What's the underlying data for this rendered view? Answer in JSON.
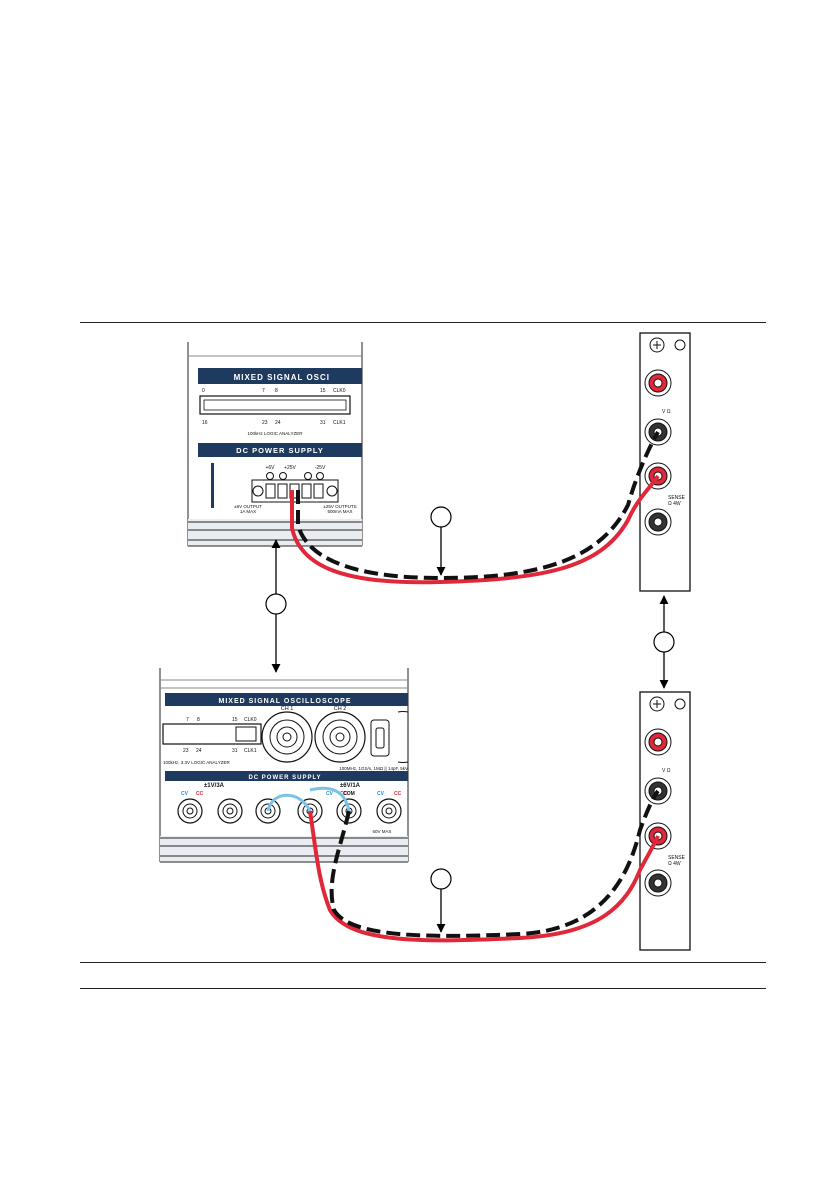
{
  "page": {
    "number": ""
  },
  "top_device": {
    "header": "MIXED SIGNAL OSCI",
    "logic_pins_top": [
      "0",
      "7",
      "8",
      "15",
      "CLK0"
    ],
    "logic_pins_bottom": [
      "16",
      "23",
      "24",
      "31",
      "CLK1"
    ],
    "logic_caption": "100kHz LOGIC ANALYZER",
    "psu_header": "DC POWER SUPPLY",
    "psu_labels": [
      "+6V",
      "+25V",
      "-25V"
    ],
    "output_left": "±6V OUTPUT",
    "output_left_2": "1A MAX",
    "output_right": "±25V OUTPUTS",
    "output_right_2": "500mA MAX"
  },
  "bottom_device": {
    "header": "MIXED SIGNAL OSCILLOSCOPE",
    "ch1": "CH 1",
    "ch2": "CH 2",
    "logic_pins_top": [
      "7",
      "8",
      "15",
      "CLK0"
    ],
    "logic_pins_bottom": [
      "23",
      "24",
      "31",
      "CLK1"
    ],
    "logic_caption": "100kHz, 3.3V LOGIC ANALYZER",
    "scope_caption": "100MHz, 1GS/s, 1MΩ || 14pF, 5kV",
    "psu_header": "DC POWER SUPPLY",
    "group_left": "±1V/3A",
    "group_right": "±6V/1A",
    "cv": "CV",
    "cc": "CC",
    "com": "COM",
    "max_caption": "60V MAX"
  },
  "dmm_top": {
    "vohm": "V Ω",
    "sense": "SENSE",
    "sense_2": "Ω 4W"
  },
  "dmm_bottom": {
    "vohm": "V Ω",
    "sense": "SENSE",
    "sense_2": "Ω 4W"
  },
  "colors": {
    "panel_blue": "#1f3a5f",
    "wire_red": "#e0283a",
    "wire_black": "#111111",
    "wire_blue": "#7ac3e8",
    "jack_red": "#e0283a",
    "cv_text": "#1c8fd6",
    "cc_text": "#e0283a"
  }
}
